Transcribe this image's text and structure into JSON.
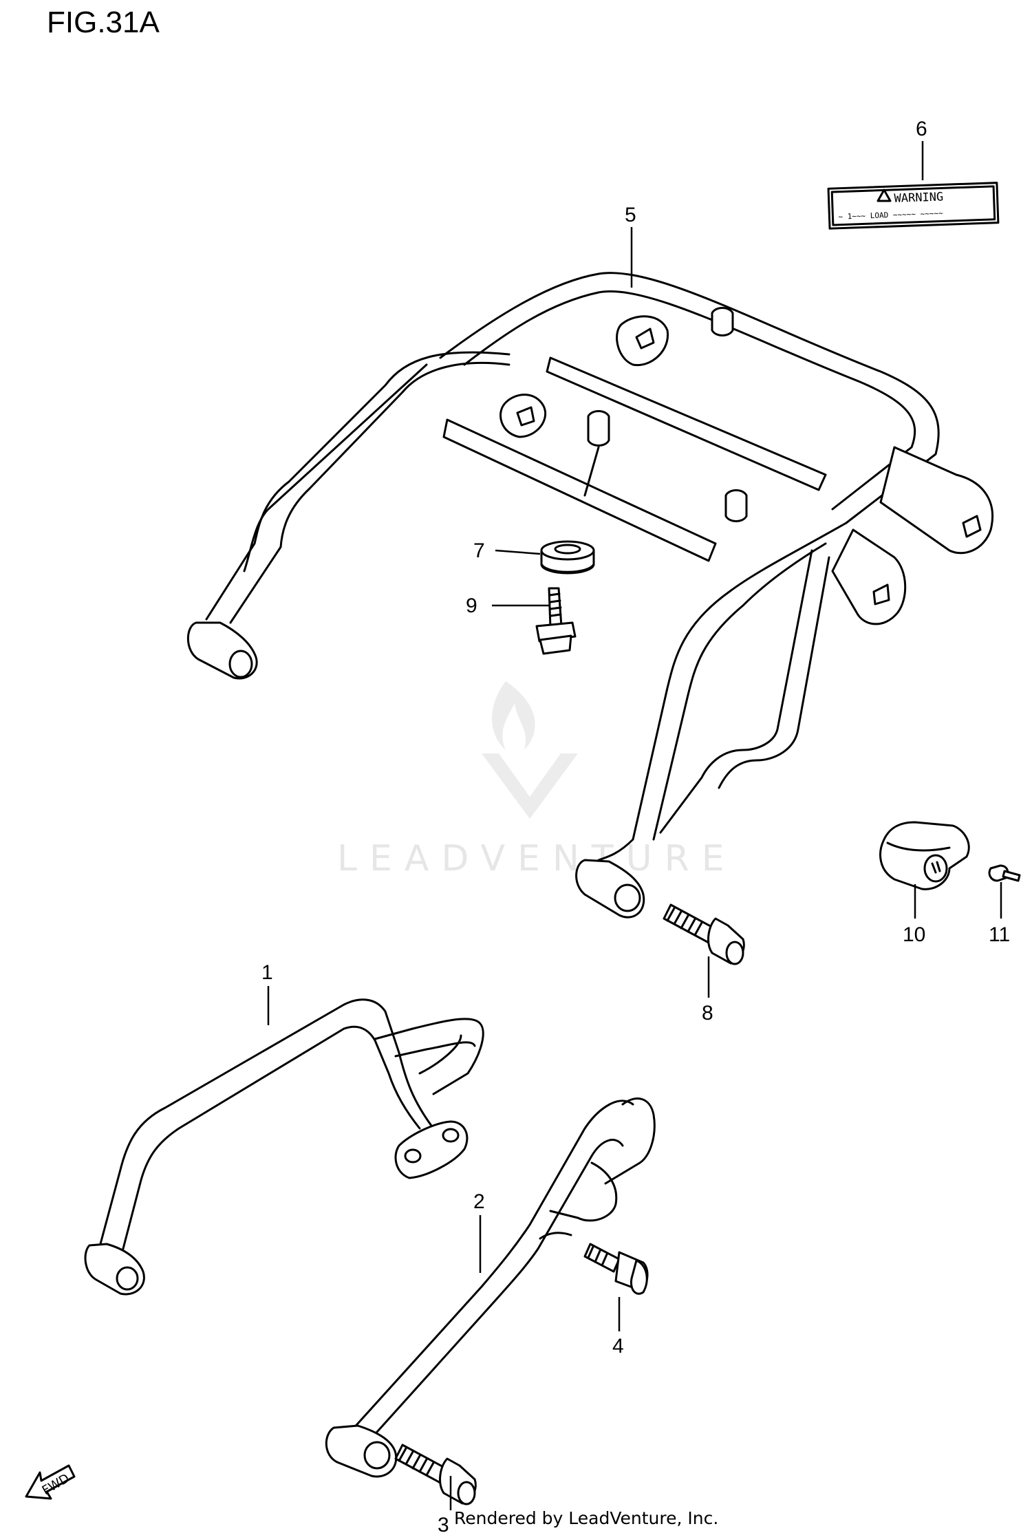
{
  "title": "FIG.31A",
  "footer": "Rendered by LeadVenture, Inc.",
  "watermark": "LEADVENTURE",
  "fwd_label": "FWD",
  "label_sign": {
    "title": "WARNING",
    "subtitle": "~ 1~~~ LOAD ~~~~~ ~~~~~"
  },
  "callouts": [
    {
      "id": "1",
      "label": "1"
    },
    {
      "id": "2",
      "label": "2"
    },
    {
      "id": "3",
      "label": "3"
    },
    {
      "id": "4",
      "label": "4"
    },
    {
      "id": "5",
      "label": "5"
    },
    {
      "id": "6",
      "label": "6"
    },
    {
      "id": "7",
      "label": "7"
    },
    {
      "id": "8",
      "label": "8"
    },
    {
      "id": "9",
      "label": "9"
    },
    {
      "id": "10",
      "label": "10"
    },
    {
      "id": "11",
      "label": "11"
    }
  ]
}
